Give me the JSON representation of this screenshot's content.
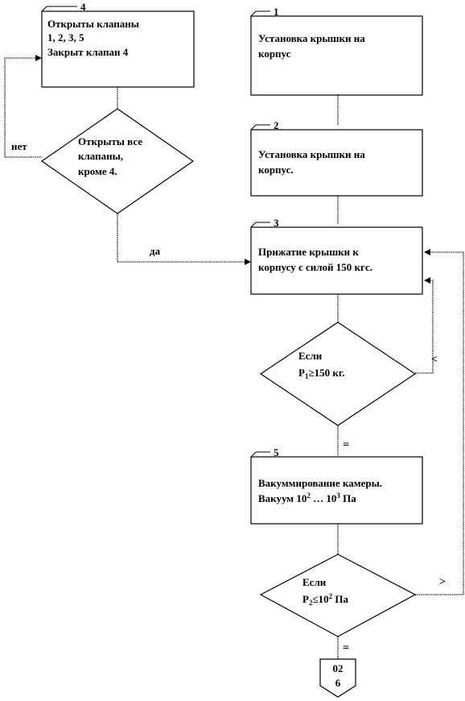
{
  "blocks": {
    "b4": {
      "number": "4",
      "lines": [
        "Открыты клапаны",
        "1, 2, 3, 5",
        "Закрыт клапан 4"
      ]
    },
    "d_open": {
      "lines": [
        "Открыты все",
        "клапаны,",
        "кроме 4."
      ]
    },
    "b1": {
      "number": "1",
      "lines": [
        "Установка крышки на",
        "корпус"
      ]
    },
    "b2": {
      "number": "2",
      "lines": [
        "Установка крышки на",
        "корпус."
      ]
    },
    "b3": {
      "number": "3",
      "lines": [
        "Прижатие крышки к",
        "корпусу с силой 150 кгс."
      ]
    },
    "d_p1": {
      "line1": "Если",
      "line2_prefix": "P",
      "line2_sub": "1",
      "line2_suffix": "≥150 кг."
    },
    "b5": {
      "number": "5",
      "line1": "Вакуммирование камеры.",
      "line2_prefix": "Вакуум  10",
      "line2_sup1": "2",
      "line2_mid": " … 10",
      "line2_sup2": "3",
      "line2_suffix": " Па"
    },
    "d_p2": {
      "line1": "Если",
      "line2_prefix": "P",
      "line2_sub": "2",
      "line2_mid": "≤10",
      "line2_sup": "2",
      "line2_suffix": " Па"
    },
    "connector": {
      "line1": "02",
      "line2": "6"
    }
  },
  "labels": {
    "net": "нет",
    "da": "да",
    "lt": "<",
    "eq1": "=",
    "gt": ">",
    "eq2": "="
  }
}
